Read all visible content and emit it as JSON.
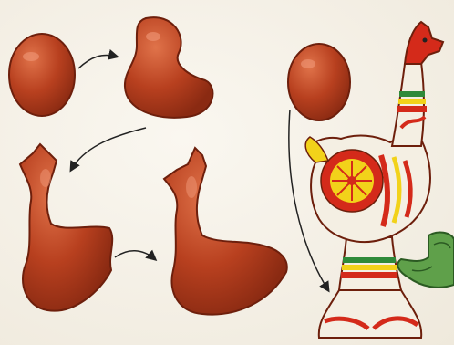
{
  "illustration": {
    "subject": "clay-figure-modeling-steps",
    "colors": {
      "clay": "#b8401f",
      "clay_shadow": "#8a2a12",
      "clay_highlight": "#e0734a",
      "paint_red": "#d42a1a",
      "paint_yellow": "#f2d21a",
      "paint_green": "#2f8a3a",
      "figure_base": "#f4efe3",
      "hand_green": "#5fa04a",
      "arrow": "#222222"
    },
    "steps": [
      {
        "shape": "ball"
      },
      {
        "shape": "bean"
      },
      {
        "shape": "rough-bird"
      },
      {
        "shape": "smooth-bird"
      },
      {
        "shape": "ball"
      },
      {
        "shape": "painted-bird-toy"
      }
    ]
  }
}
